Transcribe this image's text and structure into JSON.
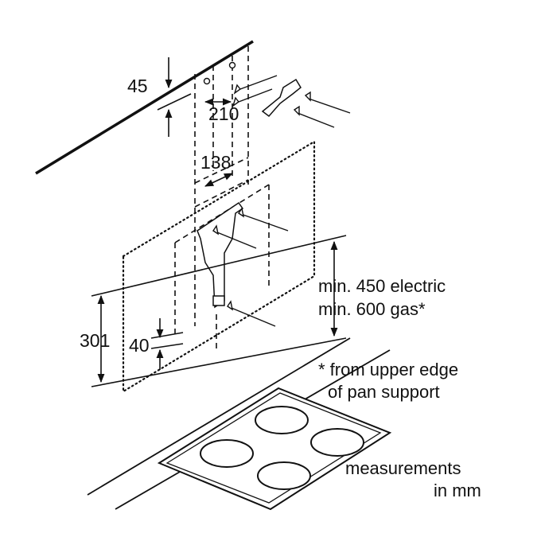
{
  "dimensions": {
    "d45": "45",
    "d210": "210",
    "d138": "138",
    "d301": "301",
    "d40": "40"
  },
  "clearance": {
    "line1": "min. 450 electric",
    "line2": "min. 600 gas*"
  },
  "footnote": {
    "line1": "* from upper edge",
    "line2": "of pan support"
  },
  "units": {
    "line1": "measurements",
    "line2": "in mm"
  },
  "colors": {
    "ink": "#111111",
    "background": "#ffffff"
  }
}
